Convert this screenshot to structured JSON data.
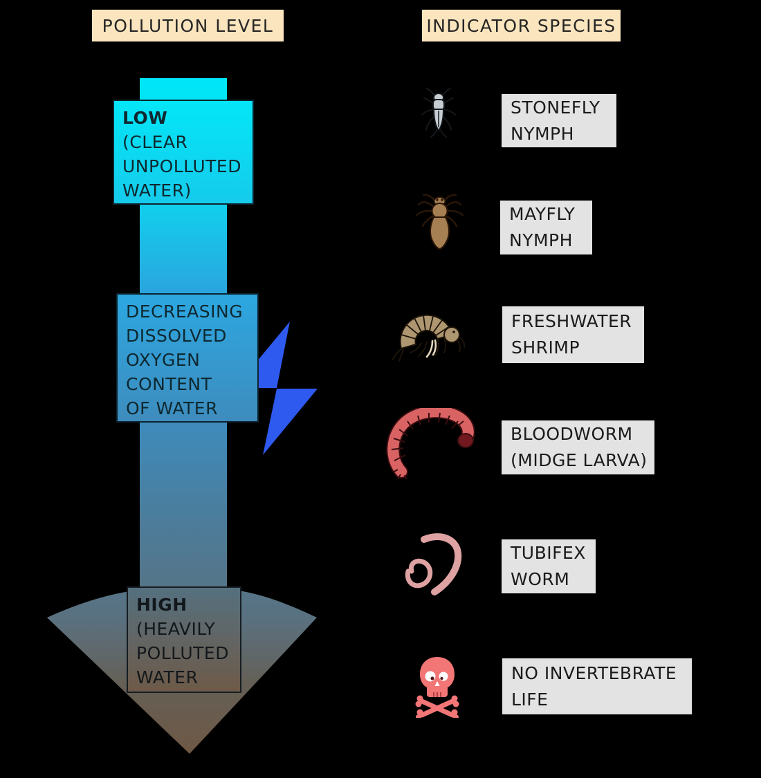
{
  "headers": {
    "left": "POLLUTION LEVEL",
    "right": "INDICATOR SPECIES"
  },
  "arrow": {
    "low": {
      "title": "LOW",
      "line1": "(CLEAR",
      "line2": "UNPOLLUTED",
      "line3": "WATER)"
    },
    "mid": {
      "line1": "DECREASING",
      "line2": "DISSOLVED",
      "line3": "OXYGEN",
      "line4": "CONTENT",
      "line5": "OF WATER"
    },
    "high": {
      "title": "HIGH",
      "line1": "(HEAVILY",
      "line2": "POLLUTED",
      "line3": "WATER"
    }
  },
  "species": [
    {
      "icon": "stonefly-nymph-icon",
      "line1": "STONEFLY",
      "line2": "NYMPH"
    },
    {
      "icon": "mayfly-nymph-icon",
      "line1": "MAYFLY",
      "line2": "NYMPH"
    },
    {
      "icon": "freshwater-shrimp-icon",
      "line1": "FRESHWATER",
      "line2": "SHRIMP"
    },
    {
      "icon": "bloodworm-icon",
      "line1": "BLOODWORM",
      "line2": "(MIDGE LARVA)"
    },
    {
      "icon": "tubifex-worm-icon",
      "line1": "TUBIFEX",
      "line2": "WORM"
    },
    {
      "icon": "skull-crossbones-icon",
      "line1": "NO INVERTEBRATE",
      "line2": "LIFE"
    }
  ],
  "other_icons": [
    "lightning-bolt-icon",
    "pollution-gradient-arrow"
  ],
  "colors": {
    "background": "#000000",
    "header_bg": "#FAE5BE",
    "species_label_bg": "#E3E3E3",
    "text": "#1B1B1B",
    "arrow_top_cyan": "#00E7F8",
    "arrow_mid_blue": "#3D8CBE",
    "arrow_bottom_brown": "#6F5845",
    "lightning_blue": "#2E5AEF",
    "stonefly_gray": "#C6CED4",
    "mayfly_brown": "#A67F52",
    "shrimp_tan": "#AE9670",
    "bloodworm_red": "#D96363",
    "bloodworm_head": "#71191F",
    "tubifex_pink": "#DFA2A2",
    "skull_coral": "#F27676"
  }
}
